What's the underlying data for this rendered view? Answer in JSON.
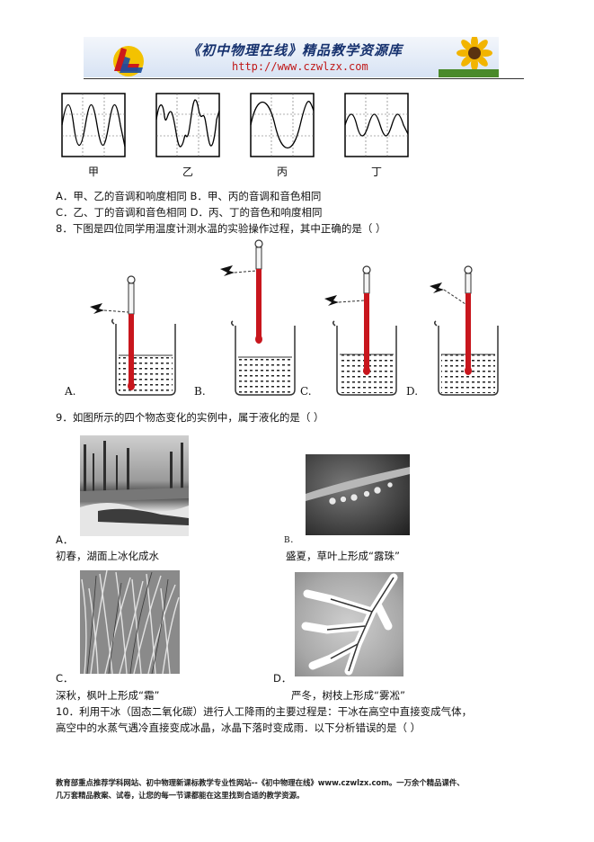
{
  "banner": {
    "title": "《初中物理在线》精品教学资源库",
    "url": "http://www.czwlzx.com"
  },
  "waveforms": {
    "labels": [
      "甲",
      "乙",
      "丙",
      "丁"
    ]
  },
  "q7": {
    "line1": "A．甲、乙的音调和响度相同 B．甲、丙的音调和音色相同",
    "line2": "C．乙、丁的音调和音色相同 D．丙、丁的音色和响度相同"
  },
  "q8": {
    "stem": "8．下图是四位同学用温度计测水温的实验操作过程，其中正确的是（  ）",
    "labels": [
      "A.",
      "B.",
      "C.",
      "D."
    ]
  },
  "q9": {
    "stem": "9．如图所示的四个物态变化的实例中，属于液化的是（  ）",
    "a_label": "A．",
    "a_caption": "初春，湖面上冰化成水",
    "b_label": "B．",
    "b_caption": "盛夏，草叶上形成“露珠”",
    "c_label": "C．",
    "c_caption": "深秋，枫叶上形成“霜”",
    "d_label": "D．",
    "d_caption": "严冬，树枝上形成“雾凇”"
  },
  "q10": {
    "line1": "10．利用干冰（固态二氧化碳）进行人工降雨的主要过程是：干冰在高空中直接变成气体，",
    "line2": "高空中的水蒸气遇冷直接变成冰晶，冰晶下落时变成雨．以下分析错误的是（  ）"
  },
  "footer": {
    "line1": "教育部重点推荐学科网站、初中物理新课标教学专业性网站--《初中物理在线》www.czwlzx.com。一万余个精品课件、",
    "line2": "几万套精品教案、试卷，让您的每一节课都能在这里找到合适的教学资源。"
  }
}
